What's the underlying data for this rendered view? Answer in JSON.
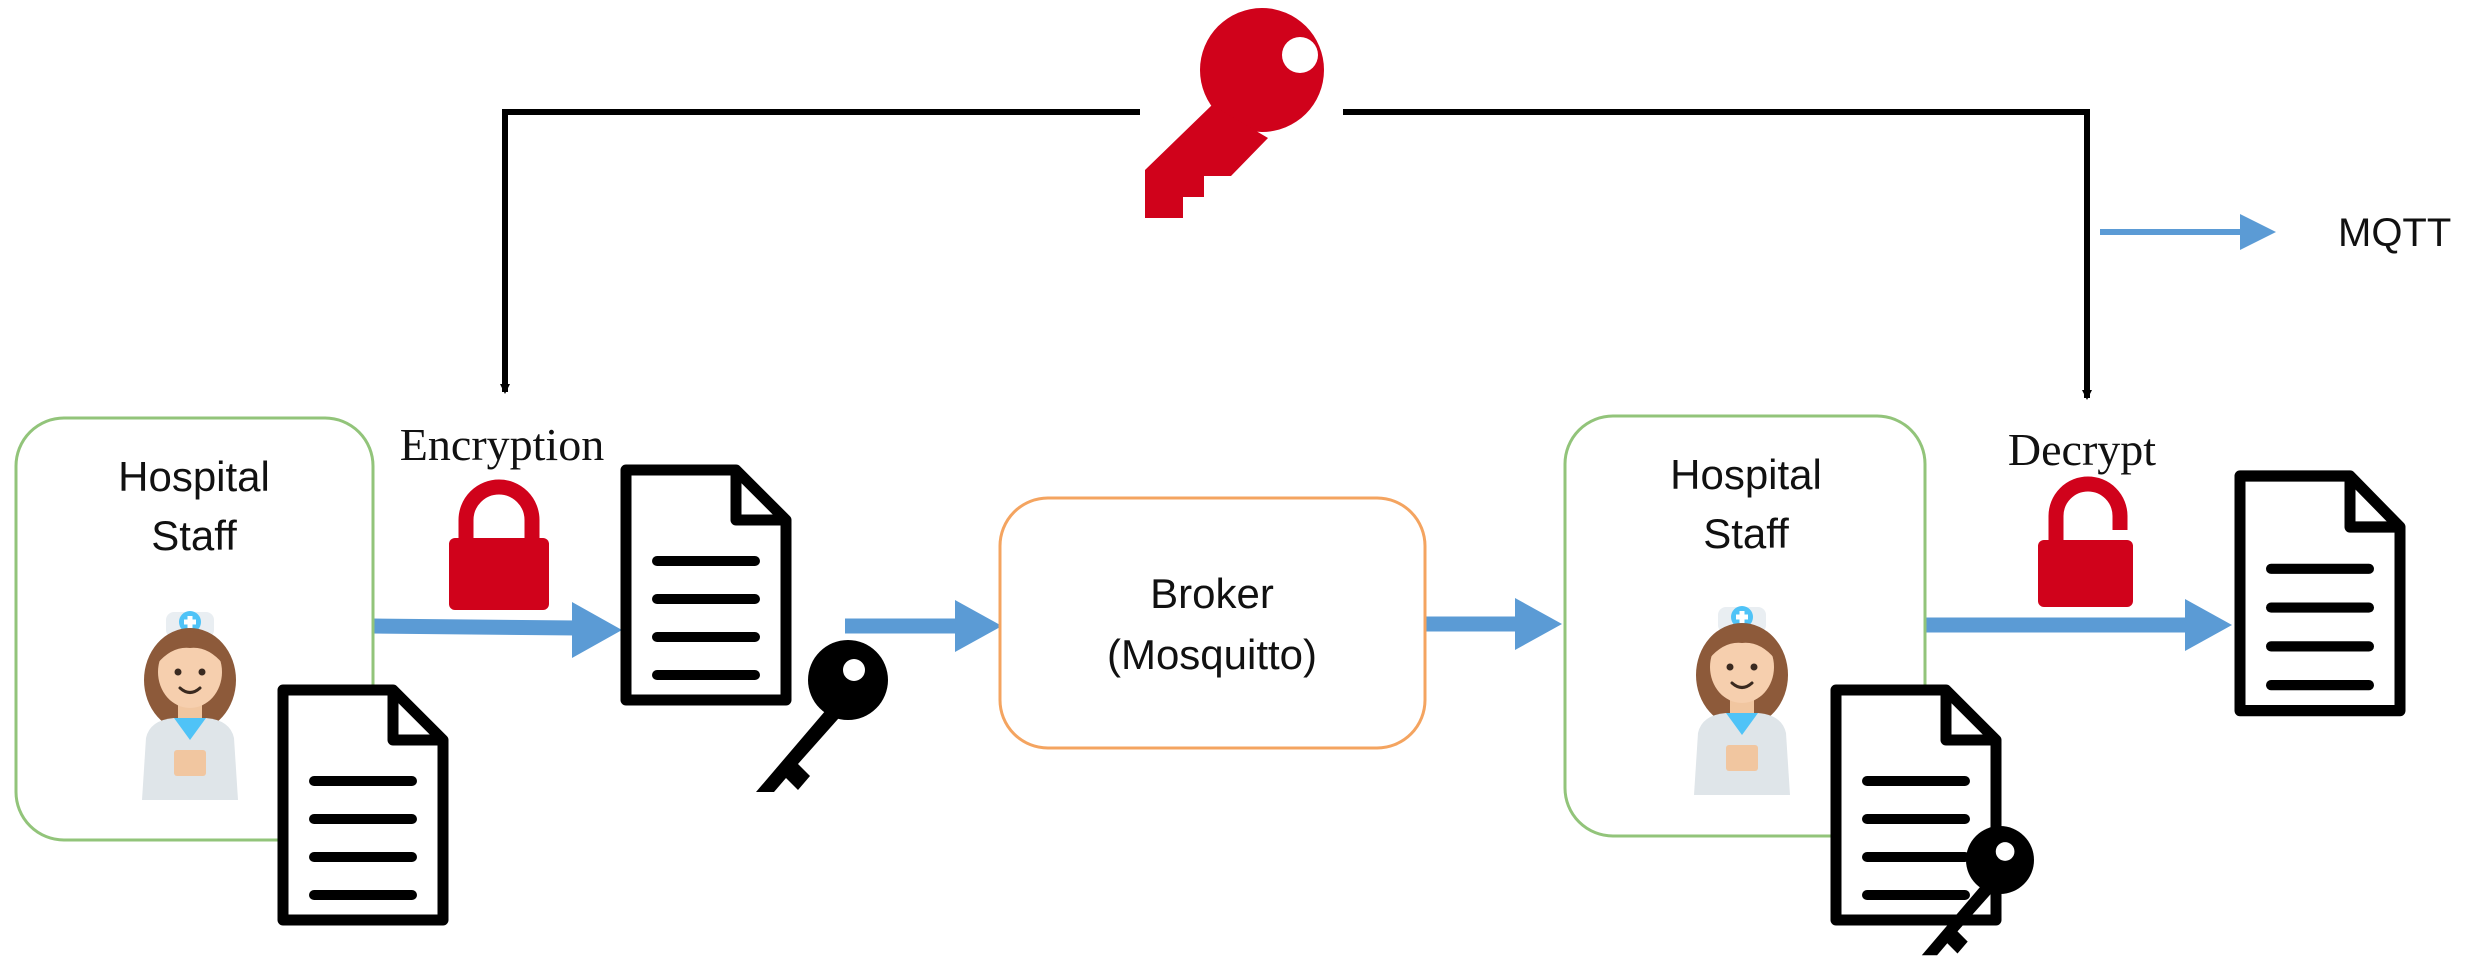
{
  "legend": {
    "label": "MQTT",
    "line_color": "#5b9bd5"
  },
  "sender": {
    "line1": "Hospital",
    "line2": "Staff",
    "border_color": "#92c47a"
  },
  "receiver": {
    "line1": "Hospital",
    "line2": "Staff",
    "border_color": "#92c47a"
  },
  "broker": {
    "line1": "Broker",
    "line2": "(Mosquitto)",
    "border_color": "#f4a460"
  },
  "encryption": {
    "label": "Encryption"
  },
  "decryption": {
    "label": "Decrypt"
  },
  "colors": {
    "key_red": "#d0021b",
    "arrow_blue": "#5b9bd5",
    "line_black": "#000000"
  },
  "icons": {
    "shared_key": "key-icon",
    "lock": "lock-icon",
    "unlock": "unlock-icon",
    "nurse": "nurse-icon",
    "document": "document-icon",
    "signed_document": "document-with-key-icon"
  }
}
